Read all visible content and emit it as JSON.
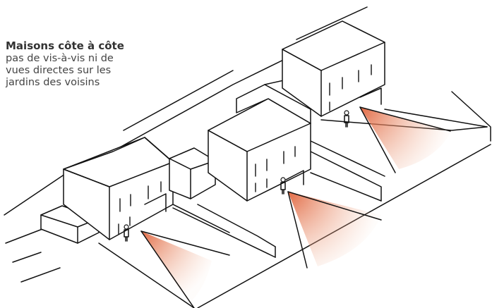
{
  "caption": {
    "title": "Maisons côte à côte",
    "lines": [
      "pas de vis-à-vis ni de",
      "vues directes sur les",
      "jardins des voisins"
    ]
  },
  "colors": {
    "ink": "#111111",
    "view_cone": "#e0623a",
    "caption_text": "#444444"
  },
  "scene": {
    "houses": 3,
    "view_cones": 3,
    "figures": 3
  }
}
